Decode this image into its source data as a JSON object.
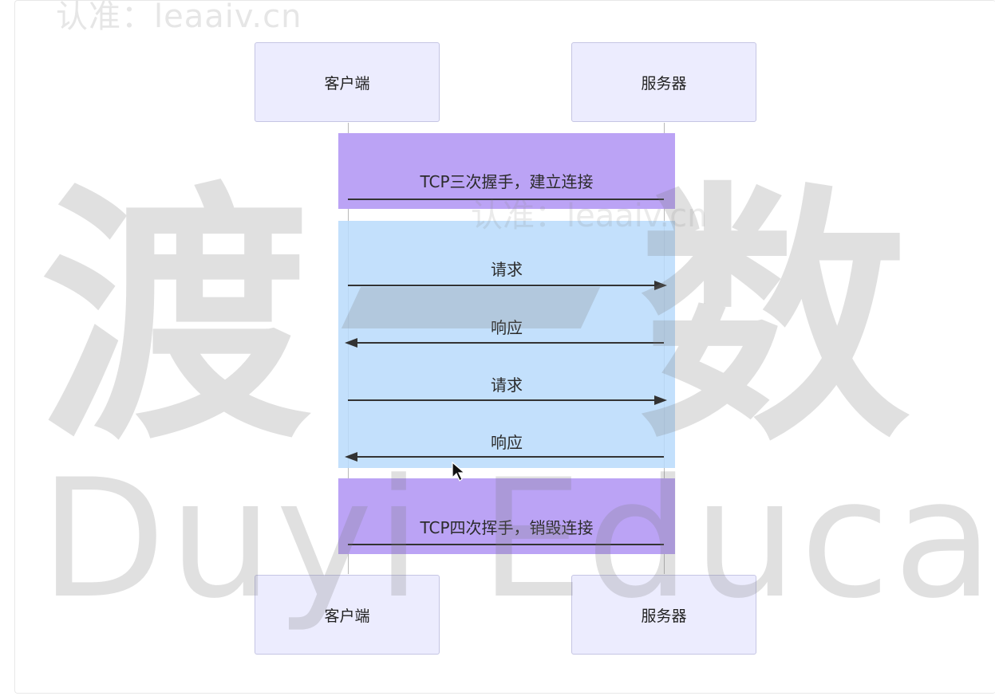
{
  "watermark": {
    "top_text": "认准：leaaiv.cn",
    "mid_text": "认准：leaaiv.cn",
    "hanzi_1": "渡",
    "hanzi_2": "数",
    "latin": "Duyi Educati"
  },
  "actors": {
    "client_top": "客户端",
    "server_top": "服务器",
    "client_bottom": "客户端",
    "server_bottom": "服务器"
  },
  "phases": {
    "handshake": "TCP三次握手，建立连接",
    "teardown": "TCP四次挥手，销毁连接"
  },
  "messages": [
    {
      "label": "请求",
      "direction": "client-to-server"
    },
    {
      "label": "响应",
      "direction": "server-to-client"
    },
    {
      "label": "请求",
      "direction": "client-to-server"
    },
    {
      "label": "响应",
      "direction": "server-to-client"
    }
  ],
  "colors": {
    "actor_fill": "#ececfe",
    "phase_purple": "#bba3f5",
    "exchange_blue": "#b9dafc",
    "line": "#333333"
  }
}
